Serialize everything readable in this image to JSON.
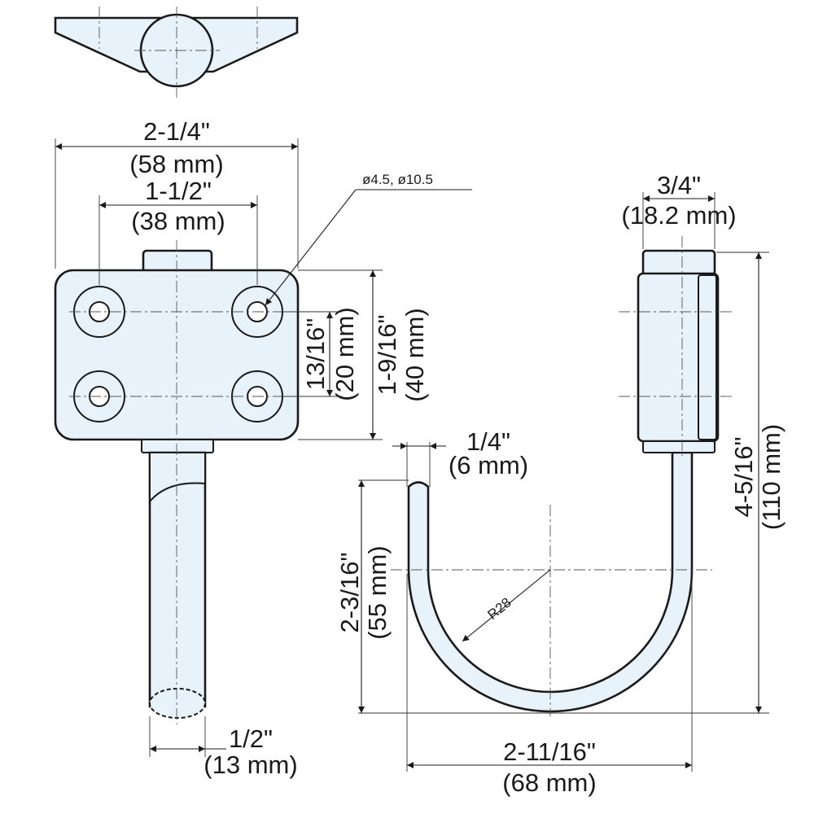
{
  "dimensions": {
    "overall_width": {
      "imperial": "2-1/4\"",
      "metric": "(58 mm)"
    },
    "hole_spacing_h": {
      "imperial": "1-1/2\"",
      "metric": "(38 mm)"
    },
    "hole_note": "ø4.5, ø10.5",
    "hole_spacing_v": {
      "imperial": "13/16\"",
      "metric": "(20 mm)"
    },
    "base_height": {
      "imperial": "1-9/16\"",
      "metric": "(40 mm)"
    },
    "rod_dia": {
      "imperial": "1/2\"",
      "metric": "(13 mm)"
    },
    "mount_width": {
      "imperial": "3/4\"",
      "metric": "(18.2 mm)"
    },
    "overall_height": {
      "imperial": "4-5/16\"",
      "metric": "(110 mm)"
    },
    "tip_width": {
      "imperial": "1/4\"",
      "metric": "(6 mm)"
    },
    "hook_depth": {
      "imperial": "2-3/16\"",
      "metric": "(55 mm)"
    },
    "bend_radius": "R28",
    "hook_width": {
      "imperial": "2-11/16\"",
      "metric": "(68 mm)"
    }
  },
  "colors": {
    "part_fill": "#e8f2fb",
    "line": "#1a1a1a"
  }
}
